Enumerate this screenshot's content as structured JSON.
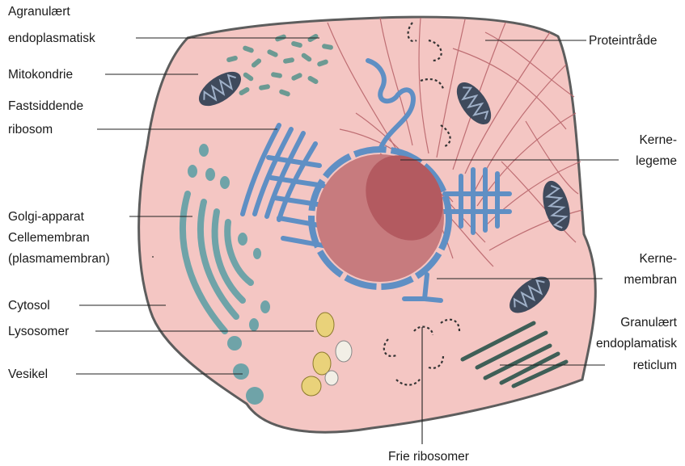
{
  "labels": {
    "agranular_er_1": "Agranulært",
    "agranular_er_2": "endoplasmatisk",
    "mitochondrion": "Mitokondrie",
    "fixed_ribosome_1": "Fastsiddende",
    "fixed_ribosome_2": "ribosom",
    "golgi": "Golgi-apparat",
    "cell_membrane_1": "Cellemembran",
    "cell_membrane_2": "(plasmamembran)",
    "cytosol": "Cytosol",
    "lysosomes": "Lysosomer",
    "vesicle": "Vesikel",
    "protein_threads": "Proteintråde",
    "nucleolus_1": "Kerne-",
    "nucleolus_2": "legeme",
    "nuclear_membrane_1": "Kerne-",
    "nuclear_membrane_2": "membran",
    "granular_er_1": "Granulært",
    "granular_er_2": "endoplamatisk",
    "granular_er_3": "reticlum",
    "free_ribosomes": "Frie ribosomer"
  },
  "colors": {
    "cell_fill": "#f4c6c3",
    "cell_outline": "#5d5d5d",
    "nucleus": "#c77b7e",
    "nucleolus": "#b35a60",
    "er_blue": "#5f8fc4",
    "golgi_teal": "#6fa3a8",
    "mitochondria": "#3f4a5c",
    "vesicle_yellow": "#e9d27a",
    "agranular_green": "#6c9a93",
    "granular_er": "#3f5f57",
    "filaments": "#b9656b"
  }
}
